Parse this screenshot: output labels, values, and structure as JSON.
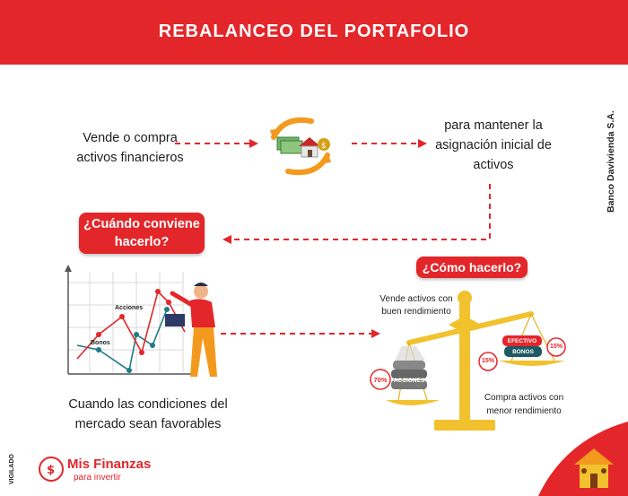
{
  "header": {
    "title": "REBALANCEO DEL PORTAFOLIO"
  },
  "steps": {
    "left_line1": "Vende o compra",
    "left_line2": "activos financieros",
    "right_line1": "para mantener la",
    "right_line2": "asignación inicial de",
    "right_line3": "activos"
  },
  "when": {
    "q_line1": "¿Cuándo conviene",
    "q_line2": "hacerlo?",
    "answer_line1": "Cuando las condiciones del",
    "answer_line2": "mercado sean favorables",
    "chart_label_acciones": "Acciones",
    "chart_label_bonos": "Bonos"
  },
  "how": {
    "question": "¿Cómo hacerlo?",
    "sell_line1": "Vende activos con",
    "sell_line2": "buen rendimiento",
    "buy_line1": "Compra activos con",
    "buy_line2": "menor rendimiento",
    "left_pct": "70%",
    "left_label": "ACCIONES",
    "right_pct1": "15%",
    "right_pct2": "15%",
    "right_label1": "EFECTIVO",
    "right_label2": "BONOS"
  },
  "side": {
    "bank": "Banco Davivienda S.A."
  },
  "footer": {
    "vigilado": "VIGILADO",
    "logo_main": "Mis Finanzas",
    "logo_sub": "para invertir"
  },
  "colors": {
    "primary_red": "#e3262a",
    "orange": "#f39a1e",
    "gold": "#f2c12e",
    "teal": "#1e7b86"
  }
}
